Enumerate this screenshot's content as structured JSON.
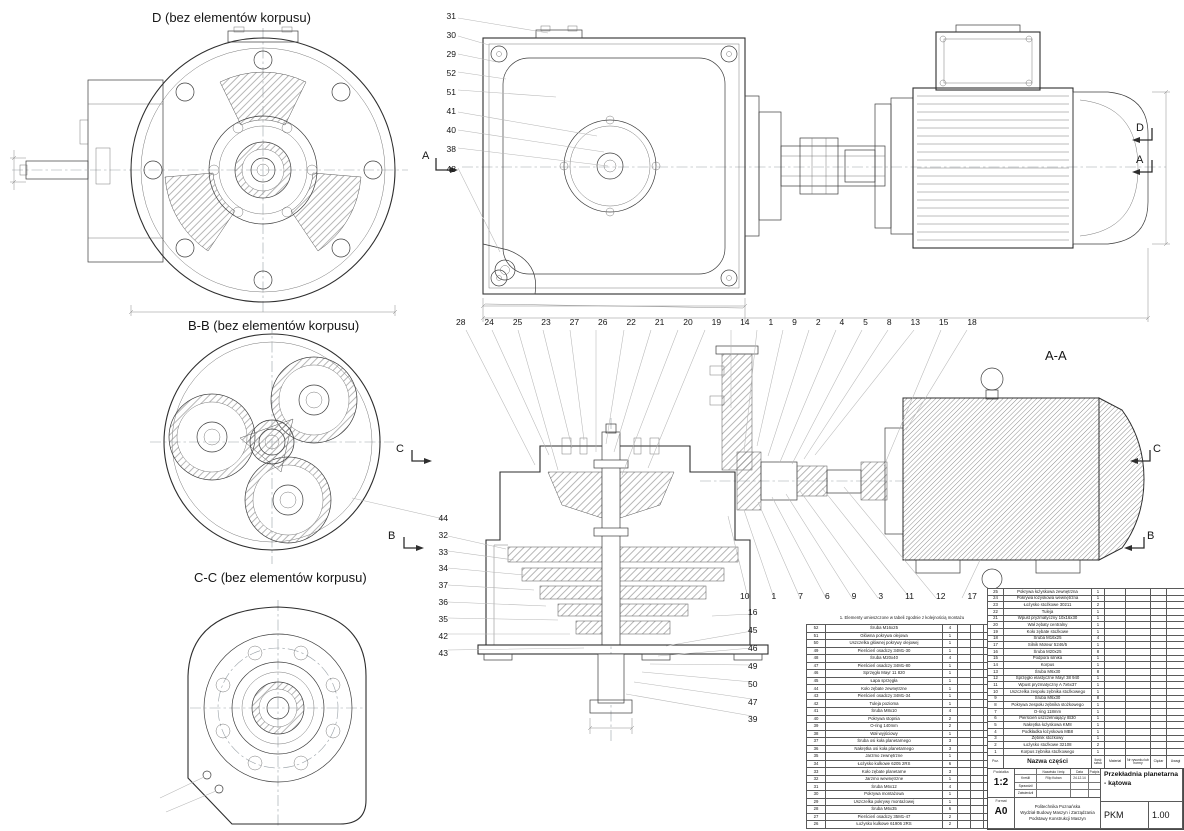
{
  "labels": {
    "view_d": "D (bez elementów korpusu)",
    "view_bb": "B-B (bez elementów korpusu)",
    "view_cc": "C-C (bez elementów korpusu)",
    "view_aa": "A-A",
    "note": "1. Elementy umieszczone w tabeli zgodnie z kolejnością montażu"
  },
  "section_markers": {
    "top_left_a": "A",
    "right_d": "D",
    "right_a": "A",
    "bb_c": "C",
    "bb_b": "B",
    "aa_c": "C",
    "aa_b": "B"
  },
  "callouts": {
    "top_view_left": [
      "31",
      "30",
      "29",
      "52",
      "51",
      "41",
      "40",
      "38",
      "48"
    ],
    "section_top": [
      "28",
      "24",
      "25",
      "23",
      "27",
      "26",
      "22",
      "21",
      "20",
      "19",
      "14",
      "1",
      "9",
      "2",
      "4",
      "5",
      "8",
      "13",
      "15",
      "18"
    ],
    "section_bottom": [
      "10",
      "1",
      "7",
      "6",
      "9",
      "3",
      "11",
      "12",
      "17"
    ],
    "section_left": [
      "44",
      "32",
      "33",
      "34",
      "37",
      "36",
      "35",
      "42",
      "43"
    ],
    "section_right": [
      "16",
      "45",
      "46",
      "49",
      "50",
      "47",
      "39"
    ]
  },
  "parts_table_left": {
    "rows": [
      {
        "no": "52",
        "name": "Śruba M16x25",
        "qty": "4"
      },
      {
        "no": "51",
        "name": "Główna pokrywa olejowa",
        "qty": "1"
      },
      {
        "no": "50",
        "name": "Uszczelka głównej pokrywy olejowej",
        "qty": "1"
      },
      {
        "no": "49",
        "name": "Pierścień osadczy 34M1-30",
        "qty": "1"
      },
      {
        "no": "48",
        "name": "Śruba M20x40",
        "qty": "4"
      },
      {
        "no": "47",
        "name": "Pierścień osadczy 34M1-80",
        "qty": "1"
      },
      {
        "no": "46",
        "name": "Sprzęgło Mayr 11 820",
        "qty": "1"
      },
      {
        "no": "45",
        "name": "Łapa sprzęgła",
        "qty": "1"
      },
      {
        "no": "44",
        "name": "Koło zębate zewnętrzne",
        "qty": "1"
      },
      {
        "no": "43",
        "name": "Pierścień osadczy 34M1-34",
        "qty": "1"
      },
      {
        "no": "42",
        "name": "Tuleja pozioma",
        "qty": "1"
      },
      {
        "no": "41",
        "name": "Śruba M8x10",
        "qty": "4"
      },
      {
        "no": "40",
        "name": "Pokrywa stopnia",
        "qty": "2"
      },
      {
        "no": "39",
        "name": "O-ring 140mm",
        "qty": "2"
      },
      {
        "no": "38",
        "name": "Wał wyjściowy",
        "qty": "1"
      },
      {
        "no": "37",
        "name": "Śruba osi koła planetarnego",
        "qty": "3"
      },
      {
        "no": "36",
        "name": "Nakrętka osi koła planetarnego",
        "qty": "3"
      },
      {
        "no": "35",
        "name": "Jarzmo zewnętrzne",
        "qty": "1"
      },
      {
        "no": "34",
        "name": "Łożysko kulkowe 6205 2RS",
        "qty": "6"
      },
      {
        "no": "33",
        "name": "Koło zębate planetarne",
        "qty": "3"
      },
      {
        "no": "32",
        "name": "Jarzmo wewnętrzne",
        "qty": "1"
      },
      {
        "no": "31",
        "name": "Śruba M6x12",
        "qty": "4"
      },
      {
        "no": "30",
        "name": "Pokrywa montażowa",
        "qty": "1"
      },
      {
        "no": "29",
        "name": "Uszczelka pokrywy montażowej",
        "qty": "1"
      },
      {
        "no": "28",
        "name": "Śruba M6x35",
        "qty": "6"
      },
      {
        "no": "27",
        "name": "Pierścień osadczy 35M1-47",
        "qty": "2"
      },
      {
        "no": "26",
        "name": "Łożysko kulkowe 61906 2RS",
        "qty": "2"
      }
    ]
  },
  "parts_table_right": {
    "header": {
      "pos": "Poz.",
      "name": "Nazwa części",
      "qty": "Ilość sztuk",
      "material": "Materiał",
      "drawing_no": "Nr rysunku lub normy",
      "weight": "Ciężar",
      "remarks": "Uwagi"
    },
    "rows": [
      {
        "no": "25",
        "name": "Pokrywa łożyskowa zewnętrzna",
        "qty": "1"
      },
      {
        "no": "24",
        "name": "Pokrywa łożyskowa wewnętrzna",
        "qty": "1"
      },
      {
        "no": "23",
        "name": "Łożysko stożkowe 30211",
        "qty": "2"
      },
      {
        "no": "22",
        "name": "Tuleja",
        "qty": "1"
      },
      {
        "no": "21",
        "name": "Wpust pryzmatyczny 10x16x30",
        "qty": "1"
      },
      {
        "no": "20",
        "name": "Wał zębaty centralny",
        "qty": "1"
      },
      {
        "no": "19",
        "name": "Koło zębate stożkowe",
        "qty": "1"
      },
      {
        "no": "18",
        "name": "Śruba M16x25",
        "qty": "4"
      },
      {
        "no": "17",
        "name": "Silnik Moteur 5246/5",
        "qty": "1"
      },
      {
        "no": "16",
        "name": "Śruba M20x25",
        "qty": "8"
      },
      {
        "no": "15",
        "name": "Podpora silnika",
        "qty": "1"
      },
      {
        "no": "14",
        "name": "Korpus",
        "qty": "1"
      },
      {
        "no": "13",
        "name": "Śruba M6x30",
        "qty": "8"
      },
      {
        "no": "12",
        "name": "Sprzęgło elastyczne Mayr 38 940",
        "qty": "1"
      },
      {
        "no": "11",
        "name": "Wpust pryzmatyczny A 7x6x37",
        "qty": "1"
      },
      {
        "no": "10",
        "name": "Uszczelka zespołu zębnika stożkowego",
        "qty": "1"
      },
      {
        "no": "9",
        "name": "Śruba M6x30",
        "qty": "8"
      },
      {
        "no": "8",
        "name": "Pokrywa zespołu zębnika stożkowego",
        "qty": "1"
      },
      {
        "no": "7",
        "name": "O-ring 118mm",
        "qty": "1"
      },
      {
        "no": "6",
        "name": "Pierścień uszczelniający IB30",
        "qty": "1"
      },
      {
        "no": "5",
        "name": "Nakrętka łożyskowa KM8",
        "qty": "1"
      },
      {
        "no": "4",
        "name": "Podkładka łożyskowa MB8",
        "qty": "1"
      },
      {
        "no": "3",
        "name": "Zębnik stożkowy",
        "qty": "1"
      },
      {
        "no": "2",
        "name": "Łożysko stożkowe 32108",
        "qty": "2"
      },
      {
        "no": "1",
        "name": "Korpus zębnika stożkowego",
        "qty": "1"
      }
    ]
  },
  "title_block": {
    "scale_label": "Podziałka",
    "scale": "1:2",
    "format_label": "Format",
    "format": "A0",
    "col_name": "Nazwisko i imię",
    "col_date": "Data",
    "col_sign": "Podpis",
    "drawn_label": "Kreślił",
    "drawn_name": "Filip Kuban",
    "drawn_date": "24.12.14",
    "checked_label": "Sprawdził",
    "approved_label": "Zatwierdził",
    "institution": "Politechnika Poznańska",
    "faculty": "Wydział Budowy Maszyn i Zarządzania",
    "course": "Podstawy Konstrukcji Maszyn",
    "title": "Przekładnia planetarna - kątowa",
    "code": "PKM",
    "version": "1.00"
  }
}
